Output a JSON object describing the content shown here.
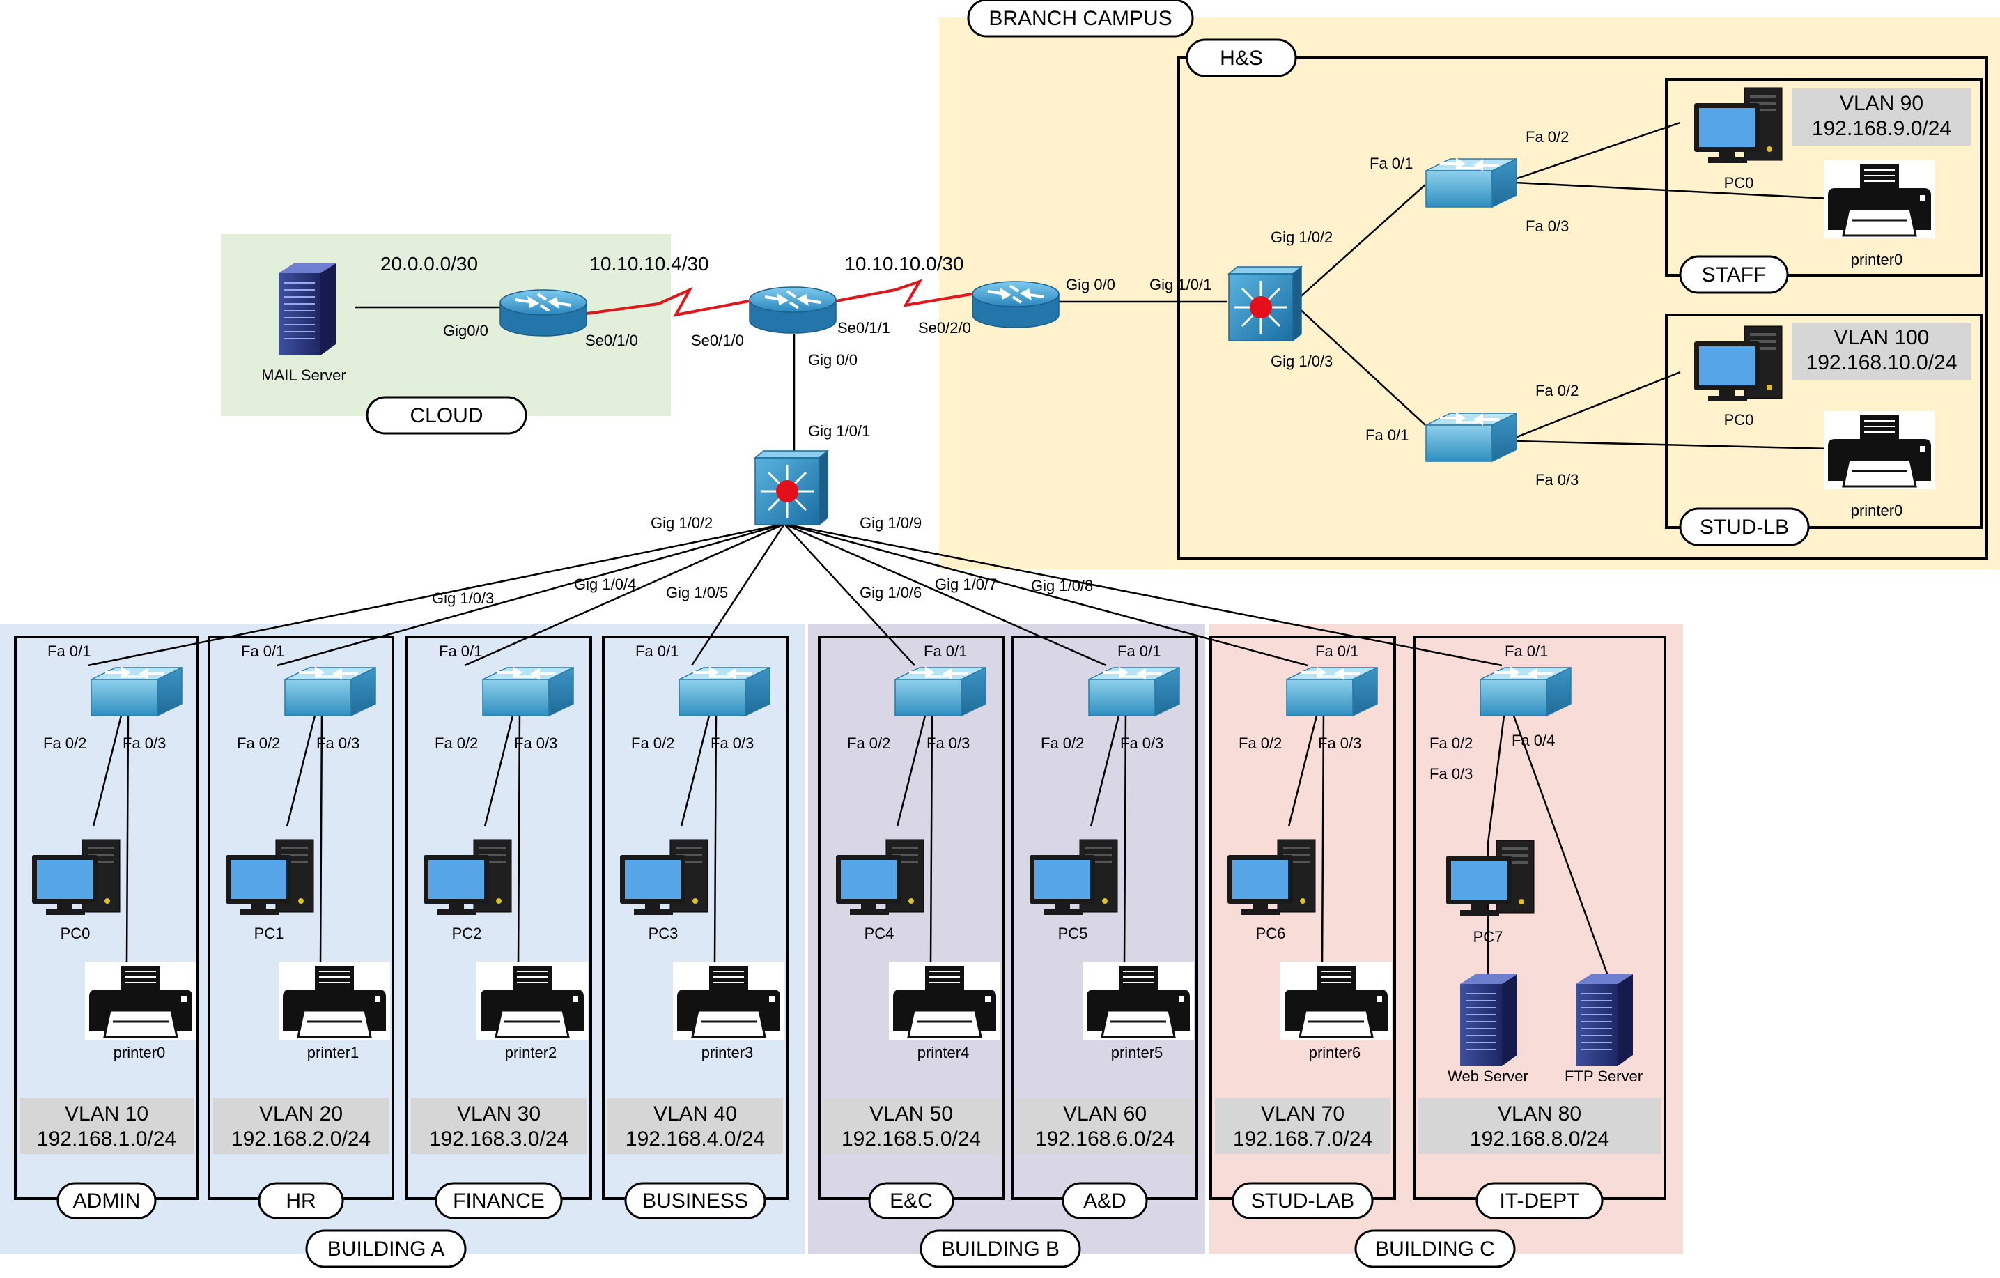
{
  "zones": {
    "cloud": "CLOUD",
    "branch": "BRANCH CAMPUS",
    "hs": "H&S",
    "staff": "STAFF",
    "studlb": "STUD-LB",
    "building_a": "BUILDING A",
    "building_b": "BUILDING B",
    "building_c": "BUILDING C"
  },
  "core": {
    "mail_server": "MAIL Server",
    "net_cloud": "20.0.0.0/30",
    "net_wan1": "10.10.10.4/30",
    "net_wan2": "10.10.10.0/30",
    "r1_gig": "Gig0/0",
    "r1_se": "Se0/1/0",
    "r2_se0": "Se0/1/0",
    "r2_se1": "Se0/1/1",
    "r2_gig": "Gig 0/0",
    "r3_se": "Se0/2/0",
    "r3_gig": "Gig 0/0",
    "ml_gig101": "Gig 1/0/1",
    "ml_gig102": "Gig 1/0/2",
    "ml_gig109": "Gig 1/0/9",
    "ml_gig103": "Gig 1/0/3",
    "ml_gig104": "Gig 1/0/4",
    "ml_gig105": "Gig 1/0/5",
    "ml_gig106": "Gig 1/0/6",
    "ml_gig107": "Gig 1/0/7",
    "ml_gig108": "Gig 1/0/8"
  },
  "branch": {
    "ml_gig101": "Gig 1/0/1",
    "ml_gig102": "Gig 1/0/2",
    "ml_gig103": "Gig 1/0/3",
    "staff": {
      "fa01": "Fa 0/1",
      "fa02": "Fa 0/2",
      "fa03": "Fa 0/3",
      "vlan": "VLAN 90",
      "net": "192.168.9.0/24",
      "pc": "PC0",
      "printer": "printer0"
    },
    "studlb": {
      "fa01": "Fa 0/1",
      "fa02": "Fa 0/2",
      "fa03": "Fa 0/3",
      "vlan": "VLAN 100",
      "net": "192.168.10.0/24",
      "pc": "PC0",
      "printer": "printer0"
    }
  },
  "depts": [
    {
      "name": "ADMIN",
      "vlan": "VLAN 10",
      "net": "192.168.1.0/24",
      "pc": "PC0",
      "printer": "printer0",
      "fa01": "Fa 0/1",
      "fa02": "Fa 0/2",
      "fa03": "Fa 0/3"
    },
    {
      "name": "HR",
      "vlan": "VLAN 20",
      "net": "192.168.2.0/24",
      "pc": "PC1",
      "printer": "printer1",
      "fa01": "Fa 0/1",
      "fa02": "Fa 0/2",
      "fa03": "Fa 0/3"
    },
    {
      "name": "FINANCE",
      "vlan": "VLAN 30",
      "net": "192.168.3.0/24",
      "pc": "PC2",
      "printer": "printer2",
      "fa01": "Fa 0/1",
      "fa02": "Fa 0/2",
      "fa03": "Fa 0/3"
    },
    {
      "name": "BUSINESS",
      "vlan": "VLAN 40",
      "net": "192.168.4.0/24",
      "pc": "PC3",
      "printer": "printer3",
      "fa01": "Fa 0/1",
      "fa02": "Fa 0/2",
      "fa03": "Fa 0/3"
    },
    {
      "name": "E&C",
      "vlan": "VLAN 50",
      "net": "192.168.5.0/24",
      "pc": "PC4",
      "printer": "printer4",
      "fa01": "Fa 0/1",
      "fa02": "Fa 0/2",
      "fa03": "Fa 0/3"
    },
    {
      "name": "A&D",
      "vlan": "VLAN 60",
      "net": "192.168.6.0/24",
      "pc": "PC5",
      "printer": "printer5",
      "fa01": "Fa 0/1",
      "fa02": "Fa 0/2",
      "fa03": "Fa 0/3"
    },
    {
      "name": "STUD-LAB",
      "vlan": "VLAN 70",
      "net": "192.168.7.0/24",
      "pc": "PC6",
      "printer": "printer6",
      "fa01": "Fa 0/1",
      "fa02": "Fa 0/2",
      "fa03": "Fa 0/3"
    },
    {
      "name": "IT-DEPT",
      "vlan": "VLAN 80",
      "net": "192.168.8.0/24",
      "pc": "PC7",
      "server1": "Web Server",
      "server2": "FTP Server",
      "fa01": "Fa 0/1",
      "fa02": "Fa 0/2",
      "fa03": "Fa 0/3",
      "fa04": "Fa 0/4"
    }
  ]
}
